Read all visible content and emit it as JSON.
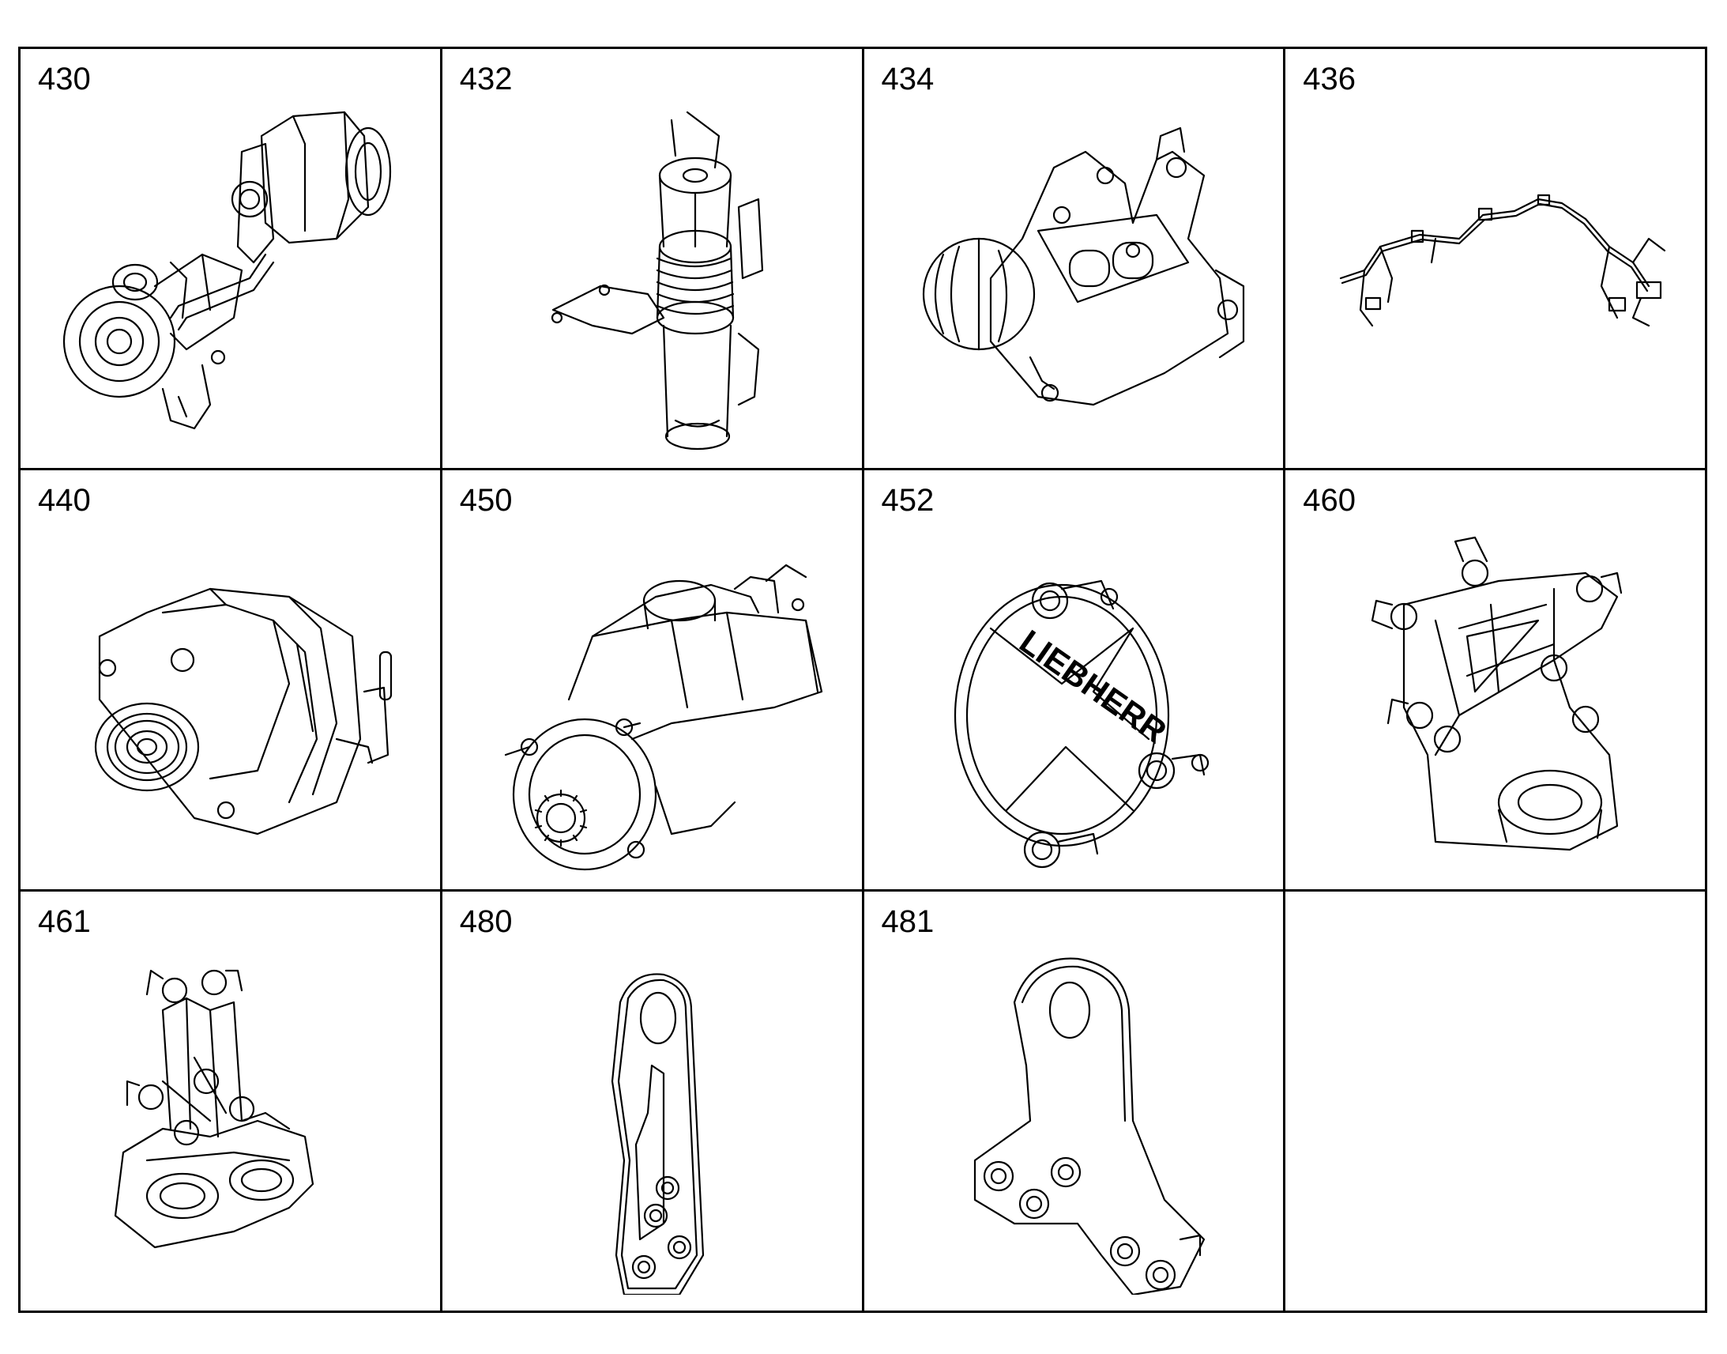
{
  "cells": [
    {
      "number": "430",
      "icon": "turbocharger-icon"
    },
    {
      "number": "432",
      "icon": "intake-pipe-icon"
    },
    {
      "number": "434",
      "icon": "compressor-bracket-icon"
    },
    {
      "number": "436",
      "icon": "wiring-harness-icon"
    },
    {
      "number": "440",
      "icon": "alternator-icon"
    },
    {
      "number": "450",
      "icon": "starter-motor-icon"
    },
    {
      "number": "452",
      "icon": "cover-plate-icon",
      "logo_text": "LIEBHERR"
    },
    {
      "number": "460",
      "icon": "engine-mount-icon"
    },
    {
      "number": "461",
      "icon": "dual-engine-mount-icon"
    },
    {
      "number": "480",
      "icon": "lifting-bracket-icon"
    },
    {
      "number": "481",
      "icon": "lifting-eye-icon"
    },
    {
      "number": "",
      "icon": ""
    }
  ]
}
